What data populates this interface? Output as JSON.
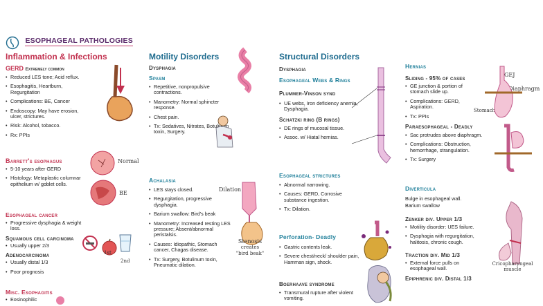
{
  "header": {
    "title": "ESOPHAGEAL PATHOLOGIES"
  },
  "col1": {
    "heading": "Inflammation & Infections",
    "gerd": {
      "title": "GERD",
      "tag": "Extremely common",
      "items": [
        "Reduced LES tone; Acid reflux.",
        "Esophagitis, Heartburn, Regurgitation",
        "Complications: BE, Cancer",
        "Endoscopy: May have erosion, ulcer, strictures.",
        "Risk: Alcohol, tobacco.",
        "Rx: PPIs"
      ]
    },
    "barrett": {
      "title": "Barrett's esophagus",
      "items": [
        "5-10 years after GERD",
        "Histology: Metaplastic columnar epithelium w/ goblet cells."
      ],
      "label_normal": "Normal",
      "label_be": "BE"
    },
    "cancer": {
      "title": "Esophageal cancer",
      "items": [
        "Progressive dysphagia & weight loss."
      ],
      "scc_title": "Squamous cell carcinoma",
      "scc_items": [
        "Usually upper 2/3"
      ],
      "adeno_title": "Adenocarcinoma",
      "adeno_items": [
        "Usually distal 1/3",
        "Poor prognosis"
      ],
      "label_1st": "1st",
      "label_2nd": "2nd"
    },
    "misc": {
      "title": "Misc. Esophagitis",
      "items": [
        "Eosinophilic"
      ]
    }
  },
  "col2": {
    "heading": "Motility Disorders",
    "dysphagia": "Dysphagia",
    "spasm": {
      "title": "Spasm",
      "items": [
        "Repetitive, nonpropulsive contractions.",
        "Manometry: Normal sphincter response.",
        "Chest pain.",
        "Tx: Sedatives, Nitrates, Botulinum toxin, Surgery."
      ]
    },
    "achalasia": {
      "title": "Achalasia",
      "items": [
        "LES stays closed.",
        "Regurgitation, progressive dysphagia.",
        "Barium swallow: Bird's beak",
        "Manometry: Increased resting LES pressure; Absent/abnormal peristalsis.",
        "Causes: Idiopathic, Stomach cancer, Chagas disease.",
        "Tx: Surgery, Botulinum toxin, Pneumatic dilation."
      ],
      "label_dilation": "Dilation",
      "label_stenosis": "Stenosis",
      "label_creates": "creates",
      "label_beak": "\"bird beak\""
    }
  },
  "col3": {
    "heading": "Structural Disorders",
    "dysphagia": "Dysphagia",
    "webs": {
      "title": "Esophageal Webs & Rings",
      "plummer_title": "Plummer-Vinson synd",
      "plummer_items": [
        "UE webs, Iron deficiency anemia, Dysphagia."
      ],
      "schatzki_title": "Schatzki ring (B rings)",
      "schatzki_items": [
        "DE rings of mucosal tissue.",
        "Assoc. w/ Hiatal hernias."
      ]
    },
    "strictures": {
      "title": "Esophageal strictures",
      "items": [
        "Abnormal narrowing.",
        "Causes: GERD, Corrosive substance ingestion.",
        "Tx: Dilation."
      ]
    },
    "perforation": {
      "title": "Perforation- Deadly",
      "items": [
        "Gastric contents leak.",
        "Severe chest/neck/ shoulder pain, Hamman sign, shock."
      ]
    },
    "boerhaave": {
      "title": "Boerhaave syndrome",
      "items": [
        "Transmural rupture after violent vomiting."
      ]
    }
  },
  "col4": {
    "hernias": {
      "title": "Hernias",
      "sliding_title": "Sliding - 95% of cases",
      "sliding_items": [
        "GE junction & portion of stomach slide up.",
        "Complications: GERD, Aspiration.",
        "Tx: PPIs"
      ],
      "para_title": "Paraesophageal - Deadly",
      "para_items": [
        "Sac protrudes above diaphragm.",
        "Complications: Obstruction, hemorrhage, strangulation.",
        "Tx: Surgery"
      ],
      "label_gej": "GEJ",
      "label_diaphragm": "Diaphragm",
      "label_stomach": "Stomach"
    },
    "diverticula": {
      "title": "Diverticula",
      "lines": [
        "Bulge in esophageal wall.",
        "Barium swallow"
      ],
      "zenker_title": "Zenker div. Upper 1/3",
      "zenker_items": [
        "Motility disorder: UES failure.",
        "Dysphagia with regurgitation, halitosis, chronic cough."
      ],
      "label_crico": "Cricopharyngeal muscle",
      "traction_title": "Traction div. Mid 1/3",
      "traction_items": [
        "External force pulls on esophageal wall."
      ],
      "epi_title": "Epiphrenic div. Distal 1/3"
    }
  },
  "colors": {
    "pink": "#e97fa6",
    "teal": "#1f6c8f",
    "red": "#c2314f",
    "purple": "#7a2a7a"
  }
}
